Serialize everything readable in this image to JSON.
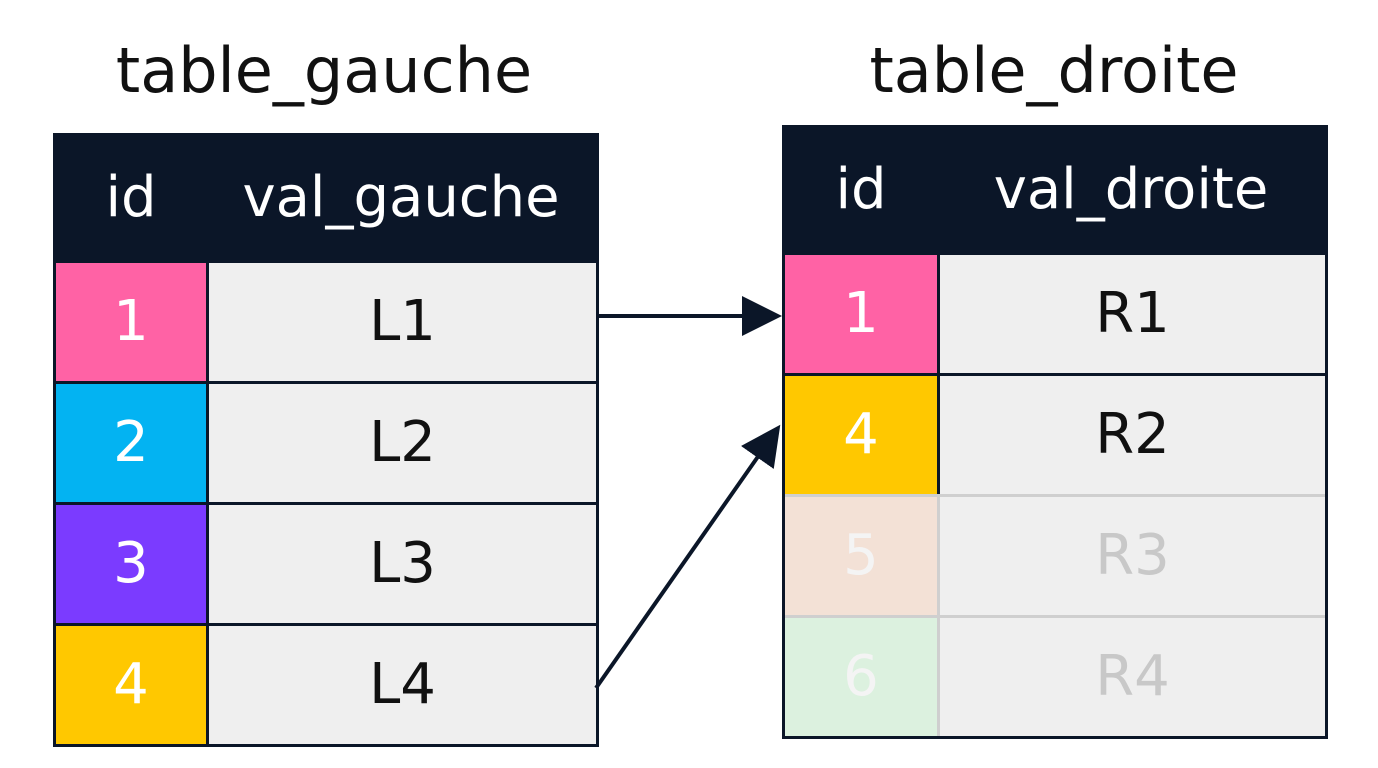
{
  "left_table": {
    "title": "table_gauche",
    "headers": [
      "id",
      "val_gauche"
    ],
    "rows": [
      {
        "id": "1",
        "val": "L1",
        "color": "#ff62a5"
      },
      {
        "id": "2",
        "val": "L2",
        "color": "#03b3f2"
      },
      {
        "id": "3",
        "val": "L3",
        "color": "#7b3bff"
      },
      {
        "id": "4",
        "val": "L4",
        "color": "#ffc800"
      }
    ]
  },
  "right_table": {
    "title": "table_droite",
    "headers": [
      "id",
      "val_droite"
    ],
    "rows": [
      {
        "id": "1",
        "val": "R1",
        "color": "#ff62a5",
        "faded": false
      },
      {
        "id": "4",
        "val": "R2",
        "color": "#ffc800",
        "faded": false
      },
      {
        "id": "5",
        "val": "R3",
        "color": "#f3e1d6",
        "faded": true
      },
      {
        "id": "6",
        "val": "R4",
        "color": "#dcf1df",
        "faded": true
      }
    ]
  },
  "links": [
    {
      "from_row": 0,
      "to_row": 0
    },
    {
      "from_row": 3,
      "to_row": 1
    }
  ],
  "colors": {
    "header_bg": "#0b1628",
    "cell_bg": "#efefef",
    "arrow": "#0b1628"
  }
}
